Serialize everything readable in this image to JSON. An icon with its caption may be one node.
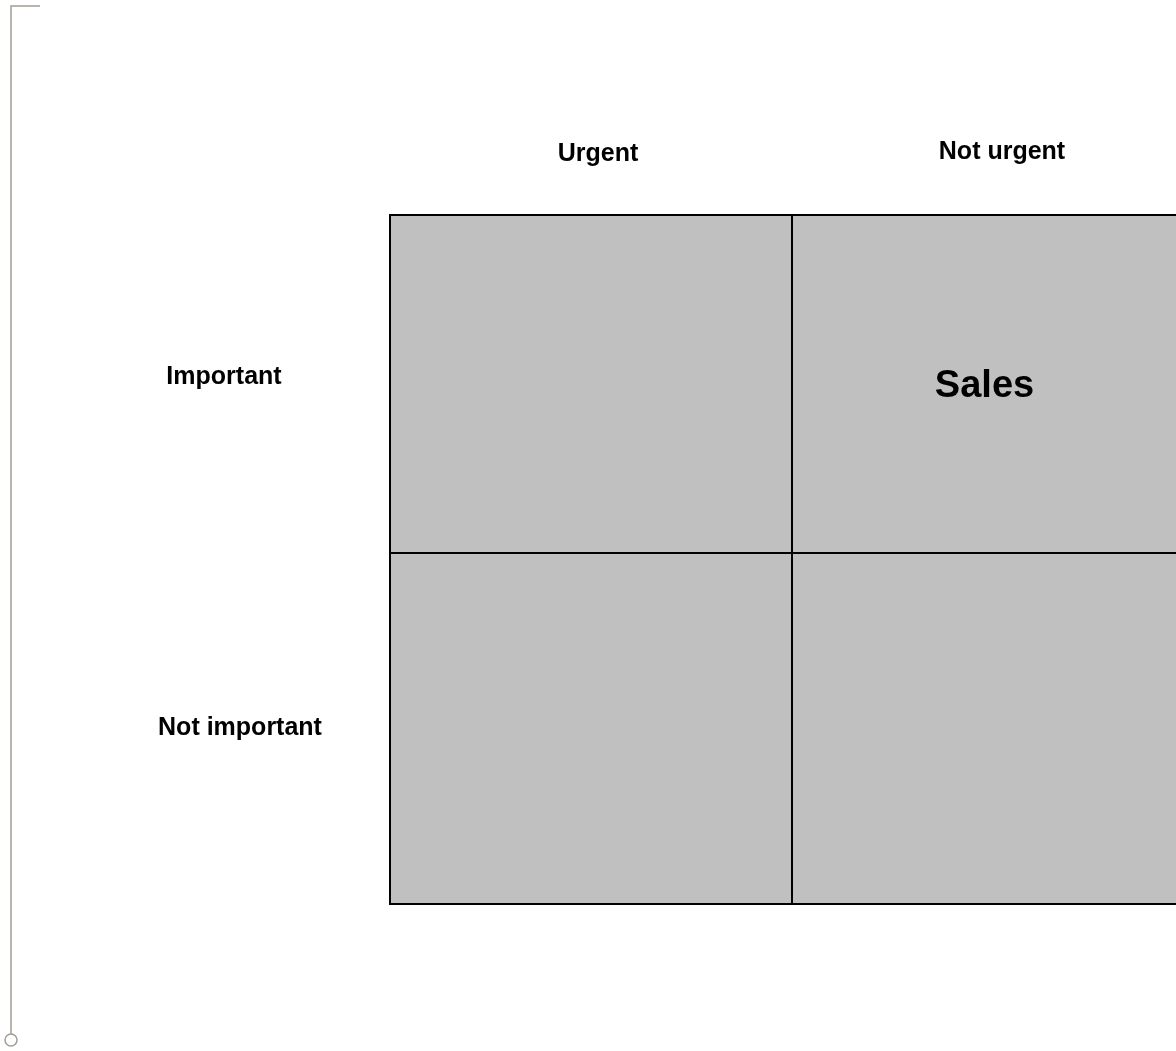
{
  "diagram": {
    "nodes": [
      {
        "text": [],
        "shape": "box"
      },
      {
        "text": [
          "Sales"
        ]
      },
      {
        "text": [],
        "shape": "box"
      },
      {
        "text": [],
        "shape": "box"
      }
    ],
    "labels": [
      "Urgent",
      "Not urgent",
      "Important",
      "Not important"
    ]
  }
}
